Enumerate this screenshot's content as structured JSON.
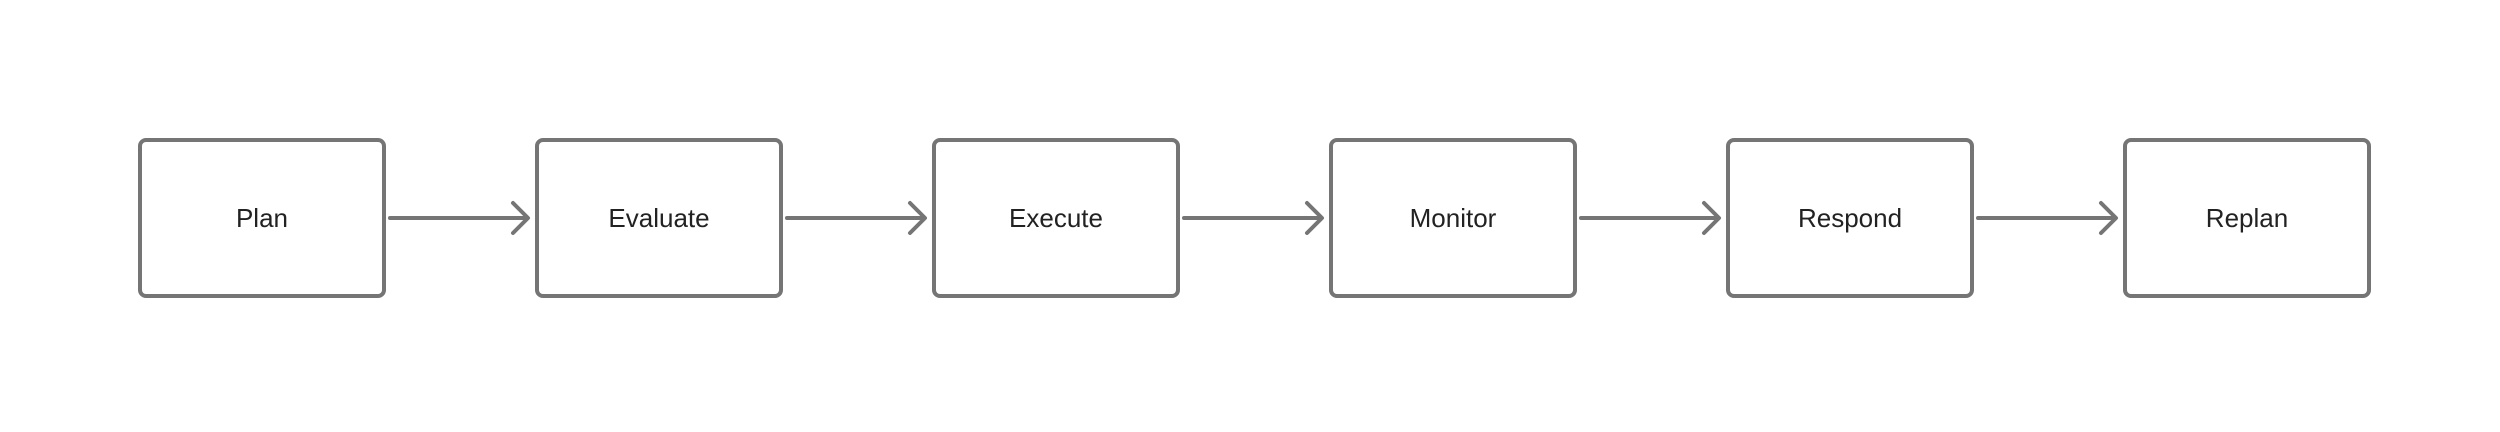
{
  "diagram": {
    "nodes": [
      {
        "id": "plan",
        "label": "Plan"
      },
      {
        "id": "evaluate",
        "label": "Evaluate"
      },
      {
        "id": "execute",
        "label": "Execute"
      },
      {
        "id": "monitor",
        "label": "Monitor"
      },
      {
        "id": "respond",
        "label": "Respond"
      },
      {
        "id": "replan",
        "label": "Replan"
      }
    ],
    "edges": [
      {
        "from": "plan",
        "to": "evaluate"
      },
      {
        "from": "evaluate",
        "to": "execute"
      },
      {
        "from": "execute",
        "to": "monitor"
      },
      {
        "from": "monitor",
        "to": "respond"
      },
      {
        "from": "respond",
        "to": "replan"
      }
    ],
    "colors": {
      "stroke": "#757575",
      "text": "#222222",
      "background": "#ffffff"
    }
  }
}
